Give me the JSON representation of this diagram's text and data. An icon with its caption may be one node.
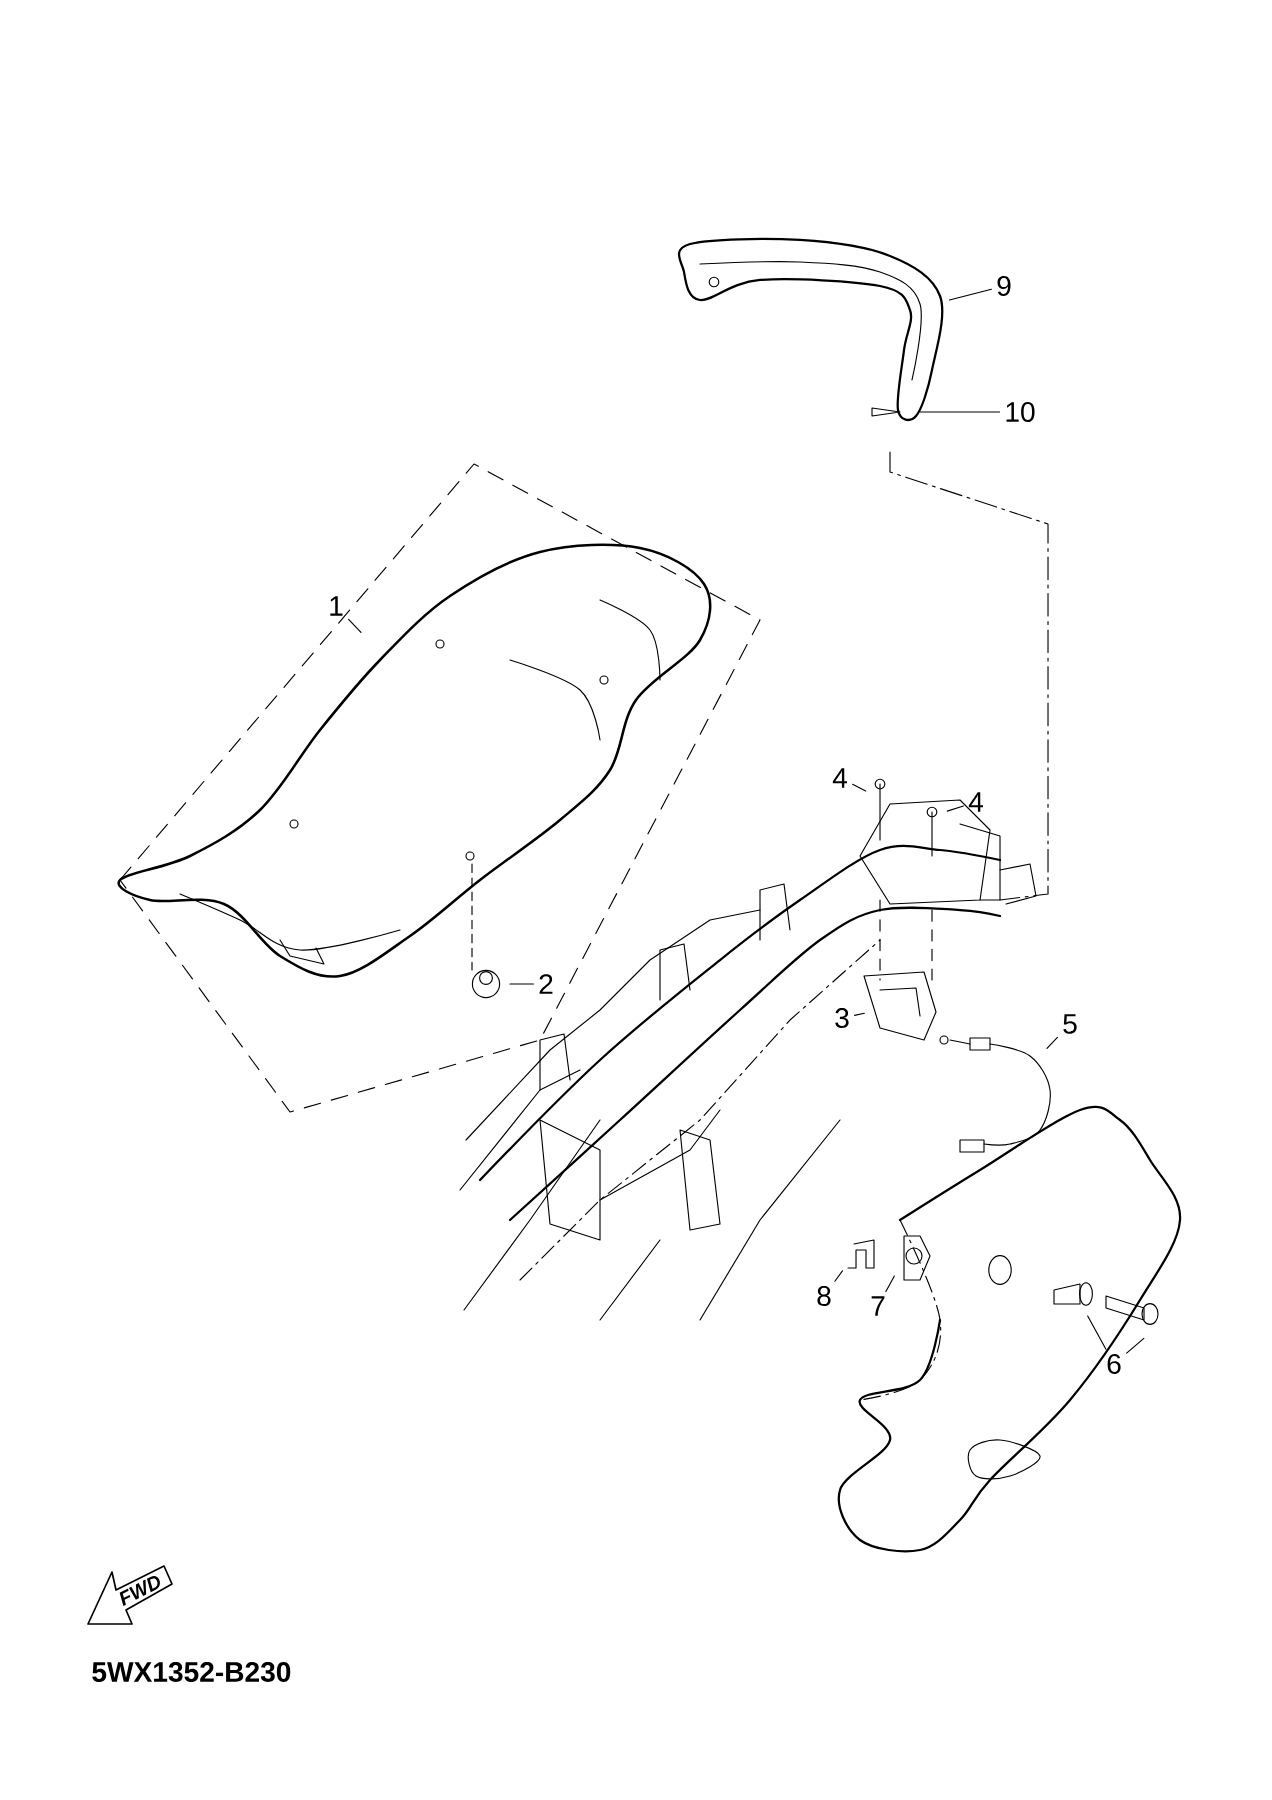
{
  "diagram": {
    "nodes": [
      {
        "text": [
          "9"
        ]
      },
      {
        "text": [
          "10"
        ]
      },
      {
        "text": [
          "1"
        ]
      },
      {
        "text": [
          "4"
        ]
      },
      {
        "text": [
          "4"
        ]
      },
      {
        "text": [
          "2"
        ]
      },
      {
        "text": [
          "3"
        ]
      },
      {
        "text": [
          "5"
        ]
      },
      {
        "text": [
          "8"
        ]
      },
      {
        "text": [
          "7"
        ]
      },
      {
        "text": [
          "6"
        ]
      }
    ],
    "edges": [
      {
        "from": 0,
        "to": null,
        "arrow": "none"
      },
      {
        "from": 1,
        "to": null,
        "arrow": "none"
      },
      {
        "from": 2,
        "to": null,
        "arrow": "none"
      },
      {
        "from": 3,
        "to": null,
        "arrow": "none"
      },
      {
        "from": 4,
        "to": null,
        "arrow": "none"
      },
      {
        "from": 5,
        "to": null,
        "arrow": "none"
      },
      {
        "from": 6,
        "to": null,
        "arrow": "none"
      },
      {
        "from": 7,
        "to": null,
        "arrow": "none"
      },
      {
        "from": 8,
        "to": null,
        "arrow": "none"
      },
      {
        "from": 9,
        "to": null,
        "arrow": "none"
      },
      {
        "from": 10,
        "to": null,
        "arrow": "none"
      },
      {
        "from": 10,
        "to": null,
        "arrow": "none"
      }
    ],
    "labels": [
      "FWD",
      "5WX1352-B230"
    ]
  }
}
